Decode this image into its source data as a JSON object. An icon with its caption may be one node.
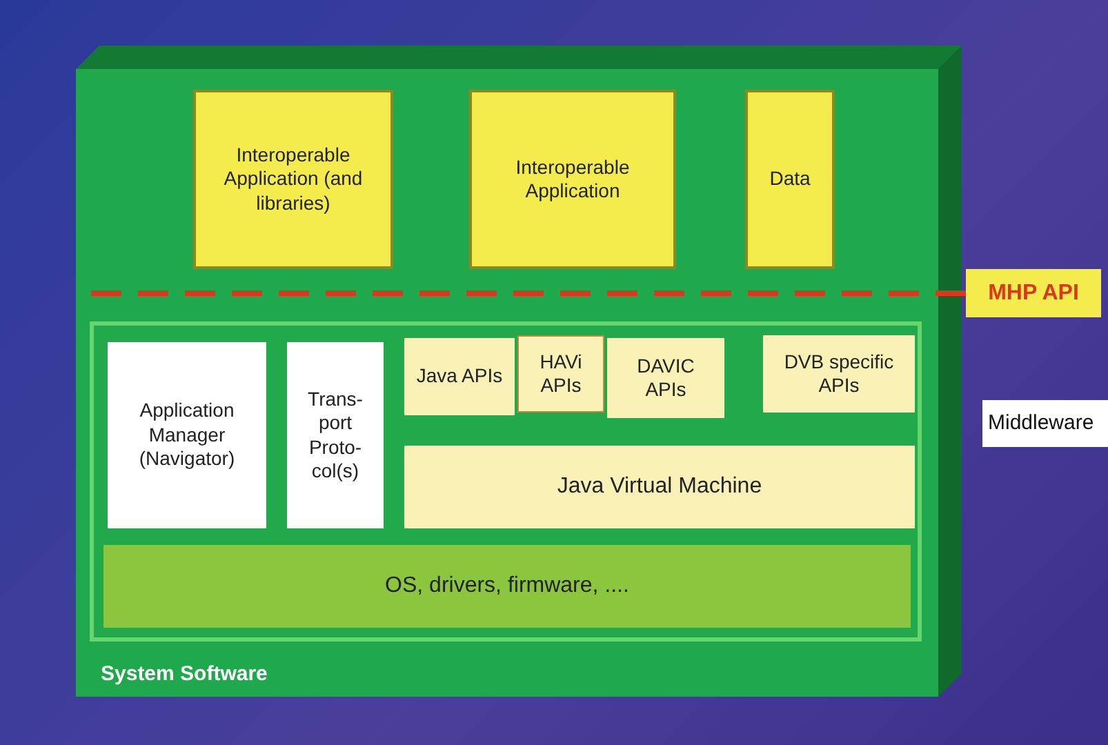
{
  "diagram": {
    "nodes": [
      {
        "text": [
          "System Software"
        ]
      },
      {
        "text": [
          "Interoperable Application (and libraries)"
        ],
        "in": 0
      },
      {
        "text": [
          "Interoperable Application"
        ],
        "in": 0
      },
      {
        "text": [
          "Data"
        ],
        "in": 0
      },
      {
        "text": [],
        "shape": "box",
        "in": 0,
        "beside": [
          "Middleware"
        ]
      },
      {
        "text": [
          "Application Manager (Navigator)"
        ],
        "in": 4
      },
      {
        "text": [
          "Trans- port Proto- col(s)"
        ],
        "in": 4
      },
      {
        "text": [
          "Java APIs"
        ],
        "in": 4
      },
      {
        "text": [
          "HAVi APIs"
        ],
        "in": 4
      },
      {
        "text": [
          "DAVIC APIs"
        ],
        "in": 4
      },
      {
        "text": [
          "DVB specific APIs"
        ],
        "in": 4
      },
      {
        "text": [
          "Java Virtual Machine"
        ],
        "in": 4
      },
      {
        "text": [
          "OS, drivers, firmware, ...."
        ],
        "in": 4
      },
      {
        "text": [
          "MHP API"
        ]
      }
    ],
    "edges": [
      {
        "from": 13,
        "to": 0,
        "arrow": "none",
        "style": "dashed",
        "color": "#d9381e"
      }
    ]
  }
}
